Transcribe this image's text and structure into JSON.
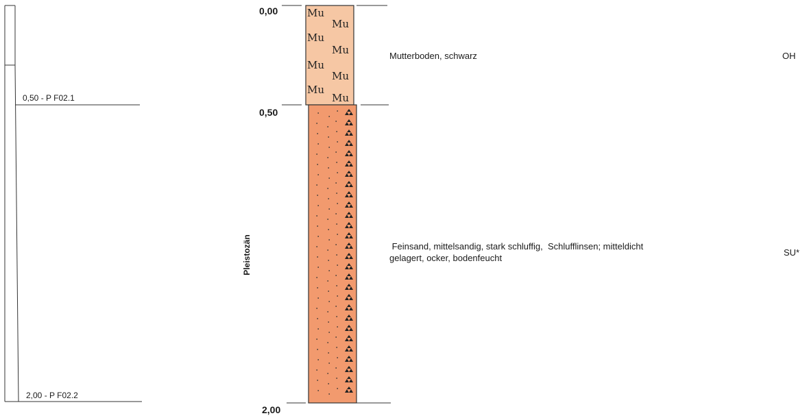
{
  "samples": [
    {
      "label": "0,50 - P F02.1"
    },
    {
      "label": "2,00 - P F02.2"
    }
  ],
  "depths": {
    "top": "0,00",
    "mid": "0,50",
    "bottom": "2,00"
  },
  "era": "Pleistozän",
  "layers": [
    {
      "symbol_text": "Mu",
      "description": "Mutterboden, schwarz",
      "code": "OH",
      "color": "#f6c7a4"
    },
    {
      "description_line1": " Feinsand, mittelsandig, stark schluffig,  Schlufflinsen; mitteldicht",
      "description_line2": "gelagert, ocker, bodenfeucht",
      "code": "SU*",
      "color": "#f29a6e"
    }
  ],
  "colors": {
    "line": "#333333",
    "text": "#1a1a1a"
  }
}
